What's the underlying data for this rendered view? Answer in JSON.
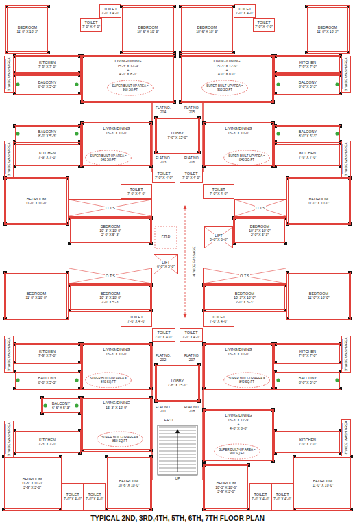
{
  "diagram": {
    "title": "TYPICAL 2ND, 3RD,4TH, 5TH, 6TH, 7TH FLOOR PLAN",
    "nodes": [
      {
        "text": [
          "BEDROOM",
          "11'-0\" X 10'-3\""
        ]
      },
      {
        "text": [
          "TOILET",
          "7'-0\" X 4'-0\""
        ]
      },
      {
        "text": [
          "TOILET",
          "7'-0\" X 4'-0\""
        ]
      },
      {
        "text": [
          "BEDROOM",
          "10'-6\" X 10'-3\""
        ]
      },
      {
        "text": [
          "BEDROOM",
          "10'-6\" X 10'-3\""
        ]
      },
      {
        "text": [
          "TOILET",
          "7'-0\" X 4'-0\""
        ]
      },
      {
        "text": [
          "TOILET",
          "7'-0\" X 4'-0\""
        ]
      },
      {
        "text": [
          "BEDROOM",
          "11'-0\" X 10'-3\""
        ]
      },
      {
        "text": [
          "3' WIDE WASH AREA"
        ]
      },
      {
        "text": [
          "KITCHEN",
          "7'-9\" X 7'-0\""
        ]
      },
      {
        "text": [
          "LIVING/DINING",
          "15'-3\" X 12'-9\"",
          "+",
          "4'-0\" X 8'-0\""
        ]
      },
      {
        "text": [
          "SUPER BUILT-UP AREA = 960 SQ.FT"
        ],
        "in": 10
      },
      {
        "text": [
          "KITCHEN",
          "7'-9\" X 7'-0\""
        ]
      },
      {
        "text": [
          "3' WIDE WASH AREA"
        ]
      },
      {
        "text": [
          "LIVING/DINING",
          "15'-3\" X 12'-9\"",
          "+",
          "4'-0\" X 8'-0\""
        ]
      },
      {
        "text": [
          "SUPER BUILT-UP AREA = 960 SQ.FT"
        ],
        "in": 14
      },
      {
        "text": [
          "BALCONY",
          "8'-0\" X 5'-3\""
        ]
      },
      {
        "text": [
          "BALCONY",
          "8'-0\" X 5'-3\""
        ]
      },
      {
        "text": [
          "LOBBY",
          "7'-6\" X 15'-0\""
        ]
      },
      {
        "text": [
          "BALCONY",
          "8'-0\" X 5'-3\""
        ]
      },
      {
        "text": [
          "LIVING/DINING",
          "15'-3\" X 10'-0\""
        ]
      },
      {
        "text": [
          "SUPER BUILT-UP AREA = 840 SQ.FT"
        ],
        "in": 20
      },
      {
        "text": [
          "BALCONY",
          "8'-0\" X 5'-3\""
        ]
      },
      {
        "text": [
          "LIVING/DINING",
          "15'-3\" X 10'-0\""
        ]
      },
      {
        "text": [
          "SUPER BUILT-UP AREA = 840 SQ.FT"
        ],
        "in": 23
      },
      {
        "text": [
          "3' WIDE WASH AREA"
        ]
      },
      {
        "text": [
          "KITCHEN",
          "7'-9\" X 7'-0\""
        ]
      },
      {
        "text": [
          "KITCHEN",
          "7'-9\" X 7'-0\""
        ]
      },
      {
        "text": [
          "3' WIDE WASH AREA"
        ]
      },
      {
        "text": [
          "TOILET",
          "7'-0\" X 4'-0\""
        ]
      },
      {
        "text": [
          "TOILET",
          "7'-0\" X 4'-0\""
        ]
      },
      {
        "text": [
          "TOILET",
          "7'-0\" X 4'-0\""
        ]
      },
      {
        "text": [
          "TOILET",
          "7'-0\" X 4'-0\""
        ]
      },
      {
        "text": [
          "BEDROOM",
          "11'-0\" X 10'-0\""
        ]
      },
      {
        "text": [
          "O.T.S"
        ]
      },
      {
        "text": [
          "BEDROOM",
          "10'-3\" X 10'-0\"",
          "2'-0\" X 5'-3\""
        ]
      },
      {
        "text": [
          "BEDROOM",
          "11'-0\" X 10'-0\""
        ]
      },
      {
        "text": [
          "O.T.S"
        ]
      },
      {
        "text": [
          "BEDROOM",
          "10'-3\" X 10'-0\"",
          "2'-0\" X 5'-3\""
        ]
      },
      {
        "text": [
          "LIFT",
          "6'-0\" X 5'-0\""
        ]
      },
      {
        "text": [
          "LIFT",
          "5'-0\" X 6'-0\""
        ]
      },
      {
        "text": [
          "O.T.S"
        ]
      },
      {
        "text": [
          "BEDROOM",
          "10'-3\" X 10'-0\"",
          "2'-0\" X 5'-3\""
        ]
      },
      {
        "text": [
          "BEDROOM",
          "11'-0\" X 10'-0\""
        ]
      },
      {
        "text": [
          "O.T.S"
        ]
      },
      {
        "text": [
          "BEDROOM",
          "10'-3\" X 10'-0\"",
          "2'-0\" X 5'-3\""
        ]
      },
      {
        "text": [
          "BEDROOM",
          "11'-0\" X 10'-0\""
        ]
      },
      {
        "text": [
          "TOILET",
          "7'-0\" X 4'-0\""
        ]
      },
      {
        "text": [
          "TOILET",
          "7'-0\" X 4'-0\""
        ]
      },
      {
        "text": [
          "TOILET",
          "7'-0\" X 4'-0\""
        ]
      },
      {
        "text": [
          "TOILET",
          "7'-0\" X 4'-0\""
        ]
      },
      {
        "text": [
          "3' WIDE WASH AREA"
        ]
      },
      {
        "text": [
          "KITCHEN",
          "7'-9\" X 7'-0\""
        ]
      },
      {
        "text": [
          "LIVING/DINING",
          "15'-3\" X 10'-0\""
        ]
      },
      {
        "text": [
          "SUPER BUILT-UP AREA = 840 SQ.FT"
        ],
        "in": 53
      },
      {
        "text": [
          "BALCONY",
          "8'-0\" X 5'-3\""
        ]
      },
      {
        "text": [
          "KITCHEN",
          "7'-9\" X 7'-0\""
        ]
      },
      {
        "text": [
          "3' WIDE WASH AREA"
        ]
      },
      {
        "text": [
          "LIVING/DINING",
          "15'-3\" X 10'-0\""
        ]
      },
      {
        "text": [
          "SUPER BUILT-UP AREA = 840 SQ.FT"
        ],
        "in": 58
      },
      {
        "text": [
          "BALCONY",
          "8'-0\" X 5'-3\""
        ]
      },
      {
        "text": [
          "LOBBY",
          "7'-6\" X 15'-0\""
        ]
      },
      {
        "text": [
          "BALCONY",
          "6'-6\" X 5'-3\""
        ]
      },
      {
        "text": [
          "LIVING/DINING",
          "15'-3\" X 12'-9\""
        ]
      },
      {
        "text": [
          "SUPER BUILT-UP AREA = 850 SQ.FT"
        ],
        "in": 63
      },
      {
        "text": [
          "LIVING/DINING",
          "15'-3\" X 12'-9\"",
          "+",
          "4'-0\" X 8'-0\""
        ]
      },
      {
        "text": [
          "SUPER BUILT-UP AREA = 960 SQ.FT"
        ],
        "in": 65
      },
      {
        "text": [
          "3' WIDE WASH AREA"
        ]
      },
      {
        "text": [
          "KITCHEN",
          "7'-3\" X 7'-0\""
        ]
      },
      {
        "text": [
          "3' WIDE WASH AREA"
        ]
      },
      {
        "text": [
          "KITCHEN",
          "7'-9\" X 7'-0\""
        ]
      },
      {
        "text": [
          "BEDROOM",
          "11'-6\" X 10'-0\"",
          "3'-9\" X 3'-0\""
        ]
      },
      {
        "text": [
          "TOILET",
          "7'-0\" X 4'-0\""
        ]
      },
      {
        "text": [
          "TOILET",
          "7'-0\" X 4'-0\""
        ]
      },
      {
        "text": [
          "BEDROOM",
          "10'-6\" X 10'-0\""
        ]
      },
      {
        "text": [
          "BEDROOM",
          "10'-3\" X 10'-6\"",
          "3'-9\" X 3'-0\""
        ]
      },
      {
        "text": [
          "TOILET",
          "7'-0\" X 4'-0\""
        ]
      },
      {
        "text": [
          "TOILET",
          "7'-0\" X 4'-0\""
        ]
      },
      {
        "text": [
          "BEDROOM",
          "11'-0\" X 10'-0\""
        ]
      }
    ],
    "labels": [
      "FLAT NO. 204",
      "FLAT NO. 205",
      "FLAT NO. 203",
      "FLAT NO. 206",
      "F.R.D",
      "4' WIDE PASSAGE",
      "FLAT NO. 202",
      "FLAT NO. 207",
      "FLAT NO. 201",
      "FLAT NO. 208",
      "F.R.D",
      "UP"
    ]
  }
}
